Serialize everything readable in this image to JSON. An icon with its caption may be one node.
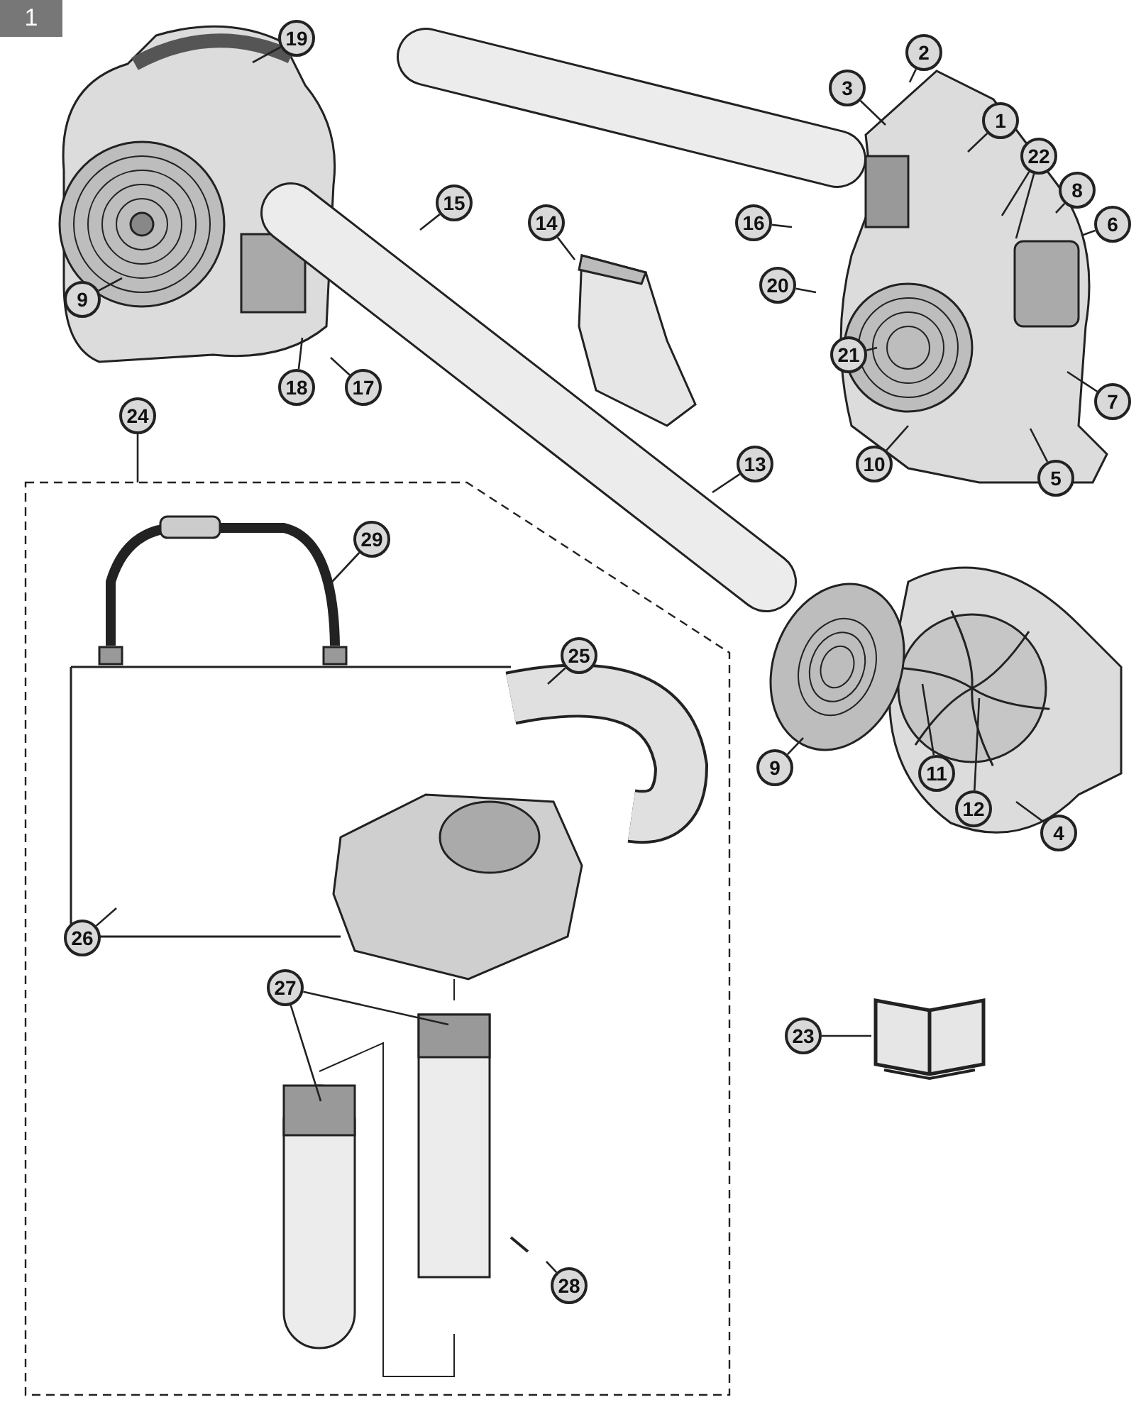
{
  "diagram": {
    "nodes": [
      {
        "text": [
          "19"
        ]
      },
      {
        "text": [
          "2"
        ]
      },
      {
        "text": [
          "3"
        ]
      },
      {
        "text": [
          "1"
        ]
      },
      {
        "text": [
          "22"
        ]
      },
      {
        "text": [
          "8"
        ]
      },
      {
        "text": [
          "15"
        ]
      },
      {
        "text": [
          "14"
        ]
      },
      {
        "text": [
          "16"
        ]
      },
      {
        "text": [
          "6"
        ]
      },
      {
        "text": [
          "20"
        ]
      },
      {
        "text": [
          "9"
        ]
      },
      {
        "text": [
          "21"
        ]
      },
      {
        "text": [
          "18"
        ]
      },
      {
        "text": [
          "17"
        ]
      },
      {
        "text": [
          "7"
        ]
      },
      {
        "text": [
          "24"
        ]
      },
      {
        "text": [
          "10"
        ]
      },
      {
        "text": [
          "13"
        ]
      },
      {
        "text": [
          "5"
        ]
      },
      {
        "text": [],
        "shape": "box"
      },
      {
        "text": [
          "29"
        ],
        "in": 20
      },
      {
        "text": [
          "25"
        ],
        "in": 20
      },
      {
        "text": [
          "9"
        ]
      },
      {
        "text": [
          "11"
        ]
      },
      {
        "text": [
          "12"
        ]
      },
      {
        "text": [
          "4"
        ]
      },
      {
        "text": [
          "26"
        ],
        "in": 20
      },
      {
        "text": [
          "27"
        ],
        "in": 20
      },
      {
        "text": [
          "23"
        ]
      },
      {
        "text": [],
        "shape": "picture"
      },
      {
        "text": [
          "28"
        ],
        "in": 20
      }
    ],
    "edges": [
      {
        "from": 0,
        "to": null,
        "arrow": "none"
      },
      {
        "from": 1,
        "to": null,
        "arrow": "none"
      },
      {
        "from": 2,
        "to": null,
        "arrow": "none"
      },
      {
        "from": 3,
        "to": null,
        "arrow": "none"
      },
      {
        "from": 4,
        "to": null,
        "arrow": "none"
      },
      {
        "from": 4,
        "to": null,
        "arrow": "none"
      },
      {
        "from": 5,
        "to": null,
        "arrow": "none"
      },
      {
        "from": 6,
        "to": null,
        "arrow": "none"
      },
      {
        "from": 7,
        "to": null,
        "arrow": "none"
      },
      {
        "from": 8,
        "to": null,
        "arrow": "none"
      },
      {
        "from": 9,
        "to": null,
        "arrow": "none"
      },
      {
        "from": 10,
        "to": null,
        "arrow": "none"
      },
      {
        "from": 11,
        "to": null,
        "arrow": "none"
      },
      {
        "from": 12,
        "to": null,
        "arrow": "none"
      },
      {
        "from": 13,
        "to": null,
        "arrow": "none"
      },
      {
        "from": 14,
        "to": null,
        "arrow": "none"
      },
      {
        "from": 15,
        "to": null,
        "arrow": "none"
      },
      {
        "from": 16,
        "to": 20,
        "arrow": "none"
      },
      {
        "from": 17,
        "to": null,
        "arrow": "none"
      },
      {
        "from": 18,
        "to": null,
        "arrow": "none"
      },
      {
        "from": 19,
        "to": null,
        "arrow": "none"
      },
      {
        "from": 21,
        "to": null,
        "arrow": "none"
      },
      {
        "from": 22,
        "to": null,
        "arrow": "none"
      },
      {
        "from": 23,
        "to": null,
        "arrow": "none"
      },
      {
        "from": 24,
        "to": null,
        "arrow": "none"
      },
      {
        "from": 25,
        "to": null,
        "arrow": "none"
      },
      {
        "from": 26,
        "to": null,
        "arrow": "none"
      },
      {
        "from": 27,
        "to": null,
        "arrow": "none"
      },
      {
        "from": 28,
        "to": null,
        "arrow": "none"
      },
      {
        "from": 28,
        "to": null,
        "arrow": "none"
      },
      {
        "from": 29,
        "to": 30,
        "arrow": "none"
      },
      {
        "from": 31,
        "to": null,
        "arrow": "none"
      }
    ],
    "labels": [
      "1"
    ]
  }
}
